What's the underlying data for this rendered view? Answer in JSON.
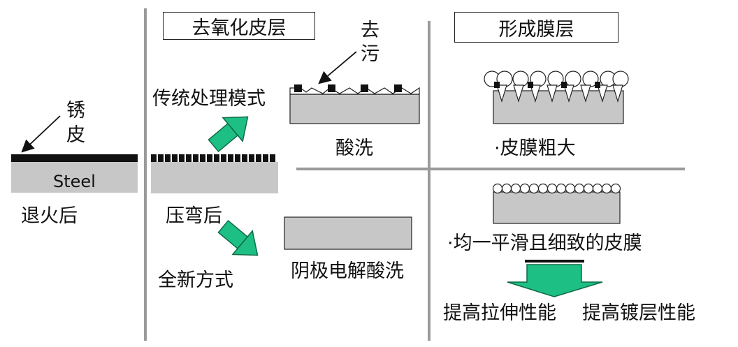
{
  "sections": {
    "descale_header": "去氧化皮层",
    "film_header": "形成膜层"
  },
  "left": {
    "rust_line1": "锈",
    "rust_line2": "皮",
    "steel_label": "Steel",
    "annealed_label": "退火后"
  },
  "middle": {
    "traditional_label": "传统处理模式",
    "after_bending_label": "压弯后",
    "new_method_label": "全新方式"
  },
  "descale": {
    "decontam_line1": "去",
    "decontam_line2": "污",
    "pickling_label": "酸洗",
    "cathodic_label": "阴极电解酸洗"
  },
  "film": {
    "coarse_film_label": "·皮膜粗大",
    "uniform_film_label": "·均一平滑且细致的皮膜",
    "result_label_1": "提高拉伸性能",
    "result_label_2": "提高镀层性能"
  },
  "colors": {
    "steel_gray": "#c7c7c7",
    "scale_black": "#111111",
    "arrow_green": "#1dbf84",
    "divider_gray": "#9a9a9a"
  }
}
